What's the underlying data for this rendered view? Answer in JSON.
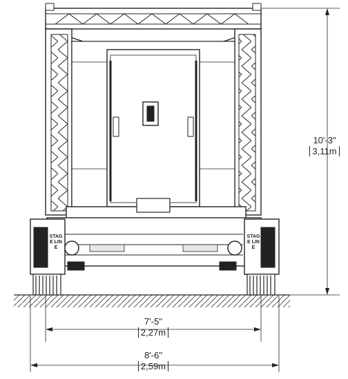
{
  "drawing": {
    "stroke_color": "#1a1a1a",
    "panel_fill": "#ffffff",
    "shade_fill": "#e6e6e6",
    "logo_word": "STAGE LINE"
  },
  "dimensions": {
    "height": {
      "imperial": "10'-3\"",
      "metric": "3,11m"
    },
    "inner_width": {
      "imperial": "7'-5\"",
      "metric": "2,27m"
    },
    "overall_width": {
      "imperial": "8'-6\"",
      "metric": "2,59m"
    }
  }
}
